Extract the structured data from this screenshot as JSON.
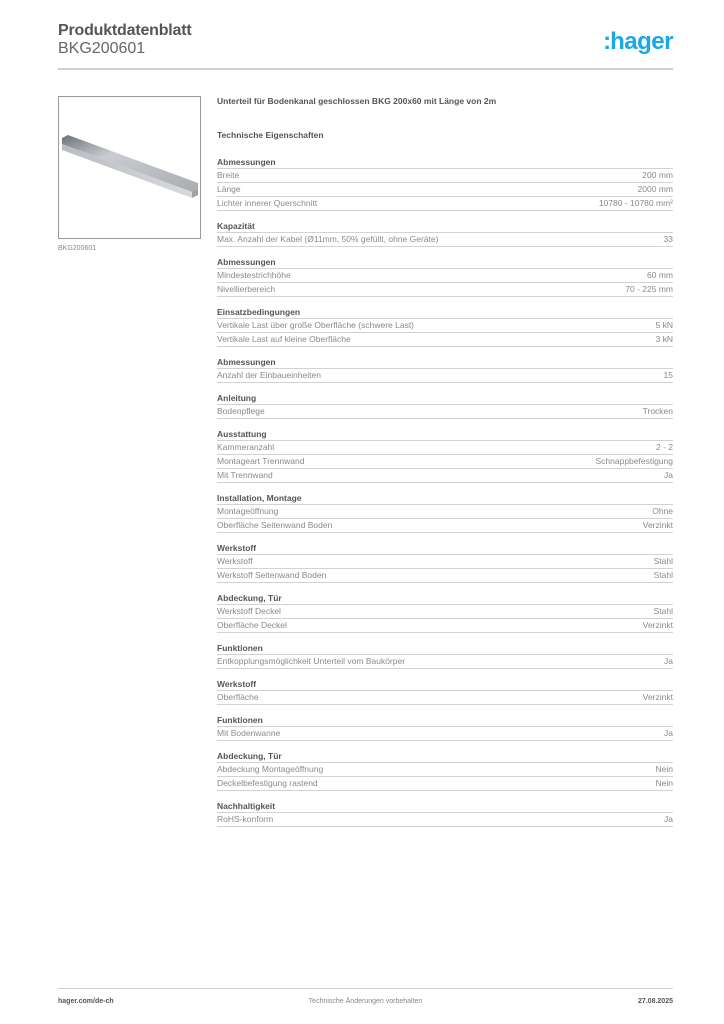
{
  "header": {
    "title": "Produktdatenblatt",
    "product_code": "BKG200601",
    "logo_text": "hager",
    "logo_color": "#1ba8e6"
  },
  "product_image": {
    "caption": "BKG200601"
  },
  "main": {
    "description": "Unterteil für Bodenkanal geschlossen BKG 200x60 mit Länge von 2m",
    "tech_heading": "Technische Eigenschaften",
    "sections": [
      {
        "title": "Abmessungen",
        "rows": [
          {
            "label": "Breite",
            "value": "200 mm"
          },
          {
            "label": "Länge",
            "value": "2000 mm"
          },
          {
            "label": "Lichter innerer Querschnitt",
            "value": "10780 - 10780 mm²"
          }
        ]
      },
      {
        "title": "Kapazität",
        "rows": [
          {
            "label": "Max. Anzahl der Kabel (Ø11mm, 50% gefüllt, ohne Geräte)",
            "value": "33"
          }
        ]
      },
      {
        "title": "Abmessungen",
        "rows": [
          {
            "label": "Mindestestrichhöhe",
            "value": "60 mm"
          },
          {
            "label": "Nivellierbereich",
            "value": "70 - 225 mm"
          }
        ]
      },
      {
        "title": "Einsatzbedingungen",
        "rows": [
          {
            "label": "Vertikale Last über große Oberfläche (schwere Last)",
            "value": "5 kN"
          },
          {
            "label": "Vertikale Last auf kleine Oberfläche",
            "value": "3 kN"
          }
        ]
      },
      {
        "title": "Abmessungen",
        "rows": [
          {
            "label": "Anzahl der Einbaueinheiten",
            "value": "15"
          }
        ]
      },
      {
        "title": "Anleitung",
        "rows": [
          {
            "label": "Bodenpflege",
            "value": "Trocken"
          }
        ]
      },
      {
        "title": "Ausstattung",
        "rows": [
          {
            "label": "Kammeranzahl",
            "value": "2 - 2"
          },
          {
            "label": "Montageart Trennwand",
            "value": "Schnappbefestigung"
          },
          {
            "label": "Mit Trennwand",
            "value": "Ja"
          }
        ]
      },
      {
        "title": "Installation, Montage",
        "rows": [
          {
            "label": "Montageöffnung",
            "value": "Ohne"
          },
          {
            "label": "Oberfläche Seitenwand Boden",
            "value": "Verzinkt"
          }
        ]
      },
      {
        "title": "Werkstoff",
        "rows": [
          {
            "label": "Werkstoff",
            "value": "Stahl"
          },
          {
            "label": "Werkstoff Seitenwand Boden",
            "value": "Stahl"
          }
        ]
      },
      {
        "title": "Abdeckung, Tür",
        "rows": [
          {
            "label": "Werkstoff Deckel",
            "value": "Stahl"
          },
          {
            "label": "Oberfläche Deckel",
            "value": "Verzinkt"
          }
        ]
      },
      {
        "title": "Funktionen",
        "rows": [
          {
            "label": "Entkopplungsmöglichkeit Unterteil vom Baukörper",
            "value": "Ja"
          }
        ]
      },
      {
        "title": "Werkstoff",
        "rows": [
          {
            "label": "Oberfläche",
            "value": "Verzinkt"
          }
        ]
      },
      {
        "title": "Funktionen",
        "rows": [
          {
            "label": "Mit Bodenwanne",
            "value": "Ja"
          }
        ]
      },
      {
        "title": "Abdeckung, Tür",
        "rows": [
          {
            "label": "Abdeckung Montageöffnung",
            "value": "Nein"
          },
          {
            "label": "Deckelbefestigung rastend",
            "value": "Nein"
          }
        ]
      },
      {
        "title": "Nachhaltigkeit",
        "rows": [
          {
            "label": "RoHS-konform",
            "value": "Ja"
          }
        ]
      }
    ]
  },
  "footer": {
    "website": "hager.com/de-ch",
    "disclaimer": "Technische Änderungen vorbehalten",
    "date": "27.08.2025"
  }
}
